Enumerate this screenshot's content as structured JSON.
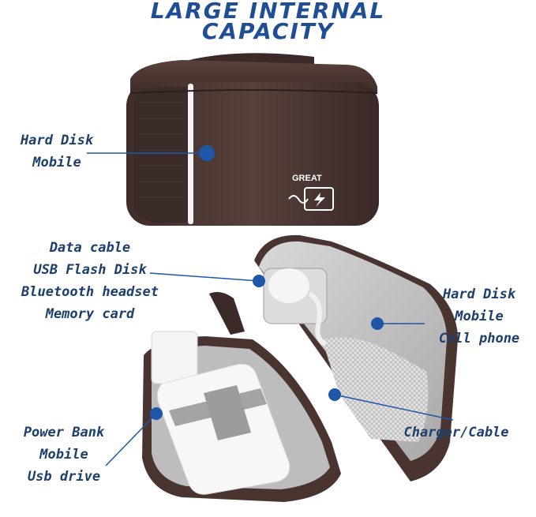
{
  "title": {
    "line1": "LARGE INTERNAL",
    "line2": "CAPACITY"
  },
  "brand": {
    "logo_text": "GREAT"
  },
  "callouts": {
    "top_left": [
      "Hard Disk",
      "Mobile"
    ],
    "mid_left": [
      "Data cable",
      "USB Flash Disk",
      "Bluetooth headset",
      "Memory card"
    ],
    "right": [
      "Hard Disk",
      "Mobile",
      "Cell phone"
    ],
    "bottom_right": [
      "Charger/Cable"
    ],
    "bottom_left": [
      "Power Bank",
      "Mobile",
      "Usb drive"
    ]
  },
  "colors": {
    "title": "#1f4e96",
    "label": "#1c3f6e",
    "marker": "#1f56a8",
    "case_brown": "#4a3430",
    "lining_gray": "#c9c9c9"
  }
}
